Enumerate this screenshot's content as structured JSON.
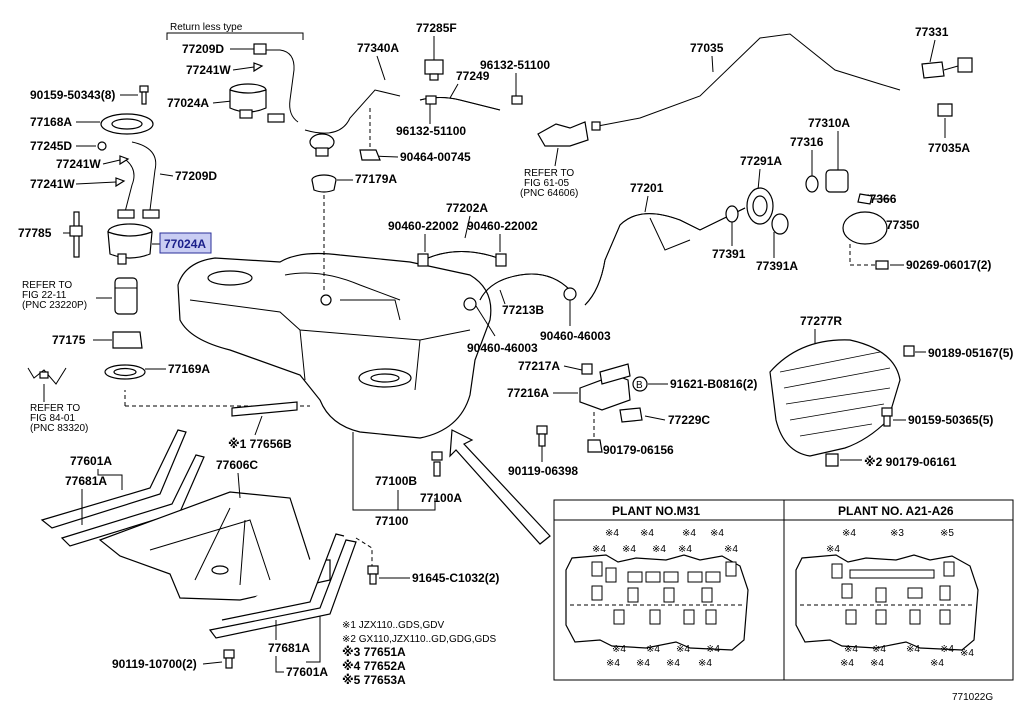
{
  "figure_id": "771022G",
  "header_note": "Return less type",
  "parts": {
    "p77209D_top": "77209D",
    "p77241W_top": "77241W",
    "p90159_50343": "90159-50343(8)",
    "p77024A_top": "77024A",
    "p77168A": "77168A",
    "p77245D": "77245D",
    "p77241W_mid": "77241W",
    "p77209D_mid": "77209D",
    "p77241W_low": "77241W",
    "p77785": "77785",
    "p77024A_sel": "77024A",
    "p77175": "77175",
    "p77169A": "77169A",
    "p77656B": "※1 77656B",
    "p77601A": "77601A",
    "p77681A": "77681A",
    "p77606C": "77606C",
    "p77285F": "77285F",
    "p77340A": "77340A",
    "p77249": "77249",
    "p96132_a": "96132-51100",
    "p96132_b": "96132-51100",
    "p90464": "90464-00745",
    "p77179A": "77179A",
    "p77202A": "77202A",
    "p90460_a": "90460-22002",
    "p90460_b": "90460-22002",
    "p77213B": "77213B",
    "p90460_46003_a": "90460-46003",
    "p90460_46003_b": "90460-46003",
    "p77217A": "77217A",
    "p77216A": "77216A",
    "p91621": "91621-B0816(2)",
    "p77229C": "77229C",
    "p90179_06156": "90179-06156",
    "p90119_06398": "90119-06398",
    "p77100B": "77100B",
    "p77100A": "77100A",
    "p77100": "77100",
    "p77035": "77035",
    "p77331": "77331",
    "p77035A": "77035A",
    "p77310A": "77310A",
    "p77316": "77316",
    "p77291A": "77291A",
    "p77201": "77201",
    "p77366": "77366",
    "p77350": "77350",
    "p77391": "77391",
    "p77391A": "77391A",
    "p90269": "90269-06017(2)",
    "p77277R": "77277R",
    "p90189": "90189-05167(5)",
    "p90159_50365": "90159-50365(5)",
    "p90179_06161": "※2 90179-06161",
    "p91645": "91645-C1032(2)",
    "p90119_10700": "90119-10700(2)",
    "p77681A_low": "77681A",
    "p77601A_low": "77601A"
  },
  "refers": {
    "r1_line1": "REFER TO",
    "r1_line2": "FIG 22-11",
    "r1_line3": "(PNC 23220P)",
    "r2_line1": "REFER TO",
    "r2_line2": "FIG 84-01",
    "r2_line3": "(PNC 83320)",
    "r3_line1": "REFER TO",
    "r3_line2": "FIG 61-05",
    "r3_line3": "(PNC 64606)"
  },
  "footnotes": {
    "n1": "※1 JZX110..GDS,GDV",
    "n2": "※2 GX110,JZX110..GD,GDG,GDS",
    "n3": "※3 77651A",
    "n4": "※4 77652A",
    "n5": "※5 77653A"
  },
  "plants": {
    "left_title": "PLANT NO.M31",
    "right_title": "PLANT NO. A21-A26",
    "m4": "※4",
    "m3": "※3",
    "m5": "※5"
  },
  "small_letter_b": "B"
}
